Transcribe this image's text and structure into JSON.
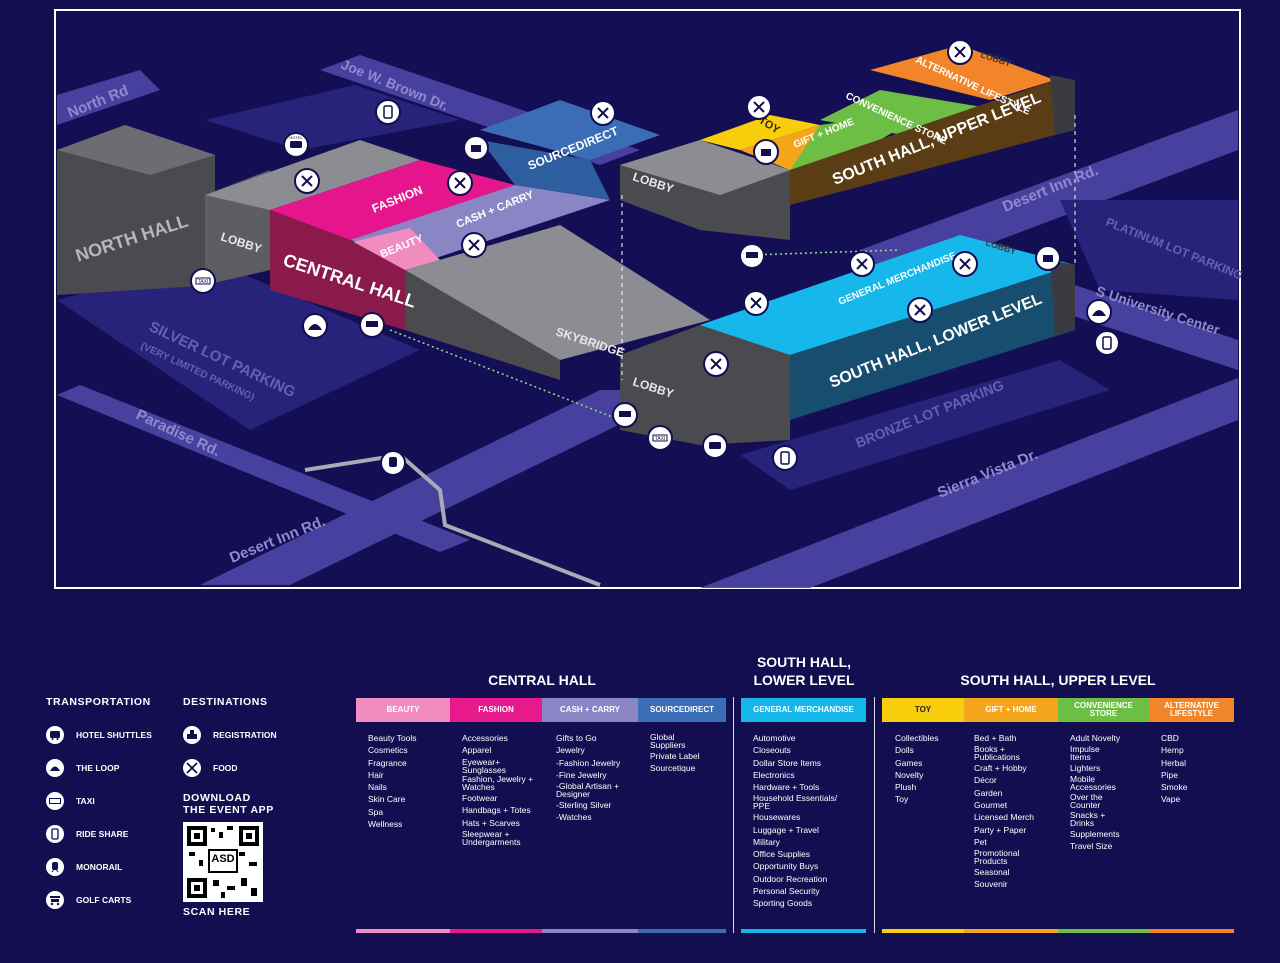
{
  "map": {
    "labels": {
      "north_rd": "North Rd",
      "joe_brown": "Joe W. Brown Dr.",
      "desert_inn_top": "Desert Inn Rd.",
      "desert_inn_bottom": "Desert Inn Rd.",
      "paradise": "Paradise Rd.",
      "sierra_vista": "Sierra Vista Dr.",
      "university_center": "S University Center",
      "platinum_lot": "PLATINUM LOT PARKING",
      "silver_lot": "SILVER LOT PARKING",
      "silver_lot_note": "(VERY LIMITED PARKING)",
      "bronze_lot": "BRONZE LOT PARKING",
      "north_hall": "NORTH HALL",
      "lobby_north": "LOBBY",
      "central_hall": "CENTRAL HALL",
      "fashion": "FASHION",
      "beauty": "BEAUTY",
      "cash_carry": "CASH + CARRY",
      "sourcedirect": "SOURCEDIRECT",
      "skybridge": "SKYBRIDGE",
      "lobby_upper": "LOBBY",
      "lobby_lower": "LOBBY",
      "lobby_south_upper": "LOBBY",
      "lobby_south_lower": "LOBBY",
      "toy": "TOY",
      "gift_home": "GIFT + HOME",
      "convenience": "CONVENIENCE STORE",
      "alt_lifestyle": "ALTERNATIVE LIFESTYLE",
      "south_upper": "SOUTH HALL, UPPER LEVEL",
      "general_merch": "GENERAL MERCHANDISE",
      "south_lower": "SOUTH HALL, LOWER LEVEL",
      "taxi": "TAXI",
      "hotel": "HOTEL"
    }
  },
  "legend": {
    "transportation": {
      "title": "TRANSPORTATION",
      "items": [
        {
          "label": "HOTEL SHUTTLES",
          "icon": "shuttle-icon"
        },
        {
          "label": "THE LOOP",
          "icon": "loop-icon"
        },
        {
          "label": "TAXI",
          "icon": "taxi-icon"
        },
        {
          "label": "RIDE SHARE",
          "icon": "rideshare-icon"
        },
        {
          "label": "MONORAIL",
          "icon": "monorail-icon"
        },
        {
          "label": "GOLF CARTS",
          "icon": "golf-cart-icon"
        }
      ]
    },
    "destinations": {
      "title": "DESTINATIONS",
      "items": [
        {
          "label": "REGISTRATION",
          "icon": "registration-icon"
        },
        {
          "label": "FOOD",
          "icon": "food-icon"
        }
      ]
    },
    "app": {
      "title_1": "DOWNLOAD",
      "title_2": "THE EVENT APP",
      "qr_text": "ASD",
      "scan": "SCAN HERE"
    }
  },
  "directory": {
    "central_hall": {
      "title": "CENTRAL HALL",
      "columns": [
        {
          "header": "BEAUTY",
          "color": "#f08cc0",
          "items": [
            "Beauty Tools",
            "Cosmetics",
            "Fragrance",
            "Hair",
            "Nails",
            "Skin Care",
            "Spa",
            "Wellness"
          ]
        },
        {
          "header": "FASHION",
          "color": "#e8198b",
          "items": [
            "Accessories",
            "Apparel",
            "Eyewear+ Sunglasses",
            "Fashion, Jewelry + Watches",
            "Footwear",
            "Handbags + Totes",
            "Hats + Scarves",
            "Sleepwear + Undergarments"
          ]
        },
        {
          "header": "CASH + CARRY",
          "color": "#8a86c6",
          "items": [
            "Gifts to Go",
            "Jewelry",
            "-Fashion Jewelry",
            "-Fine Jewelry",
            "-Global Artisan + Designer",
            "-Sterling Silver",
            "-Watches"
          ]
        },
        {
          "header": "SOURCEDIRECT",
          "color": "#3b6cb6",
          "items": [
            "Global Suppliers",
            "Private Label",
            "Sourcetique"
          ]
        }
      ]
    },
    "south_lower": {
      "title_1": "SOUTH HALL,",
      "title_2": "LOWER LEVEL",
      "columns": [
        {
          "header": "GENERAL MERCHANDISE",
          "color": "#15b6ea",
          "items": [
            "Automotive",
            "Closeouts",
            "Dollar Store Items",
            "Electronics",
            "Hardware + Tools",
            "Household Essentials/ PPE",
            "Housewares",
            "Luggage + Travel",
            "Military",
            "Office Supplies",
            "Opportunity Buys",
            "Outdoor Recreation",
            "Personal Security",
            "Sporting Goods"
          ]
        }
      ]
    },
    "south_upper": {
      "title": "SOUTH HALL, UPPER LEVEL",
      "columns": [
        {
          "header": "TOY",
          "color": "#f7cd0c",
          "items": [
            "Collectibles",
            "Dolls",
            "Games",
            "Novelty",
            "Plush",
            "Toy"
          ]
        },
        {
          "header": "GIFT + HOME",
          "color": "#f5a51c",
          "items": [
            "Bed + Bath",
            "Books + Publications",
            "Craft + Hobby",
            "Décor",
            "Garden",
            "Gourmet",
            "Licensed Merch",
            "Party + Paper",
            "Pet",
            "Promotional Products",
            "Seasonal",
            "Souvenir"
          ]
        },
        {
          "header": "CONVENIENCE STORE",
          "color": "#6cbf44",
          "items": [
            "Adult Novelty",
            "Impulse Items",
            "Lighters",
            "Mobile Accessories",
            "Over the Counter",
            "Snacks + Drinks",
            "Supplements",
            "Travel Size"
          ]
        },
        {
          "header": "ALTERNATIVE LIFESTYLE",
          "color": "#f2852a",
          "items": [
            "CBD",
            "Hemp",
            "Herbal",
            "Pipe",
            "Smoke",
            "Vape"
          ]
        }
      ]
    }
  }
}
